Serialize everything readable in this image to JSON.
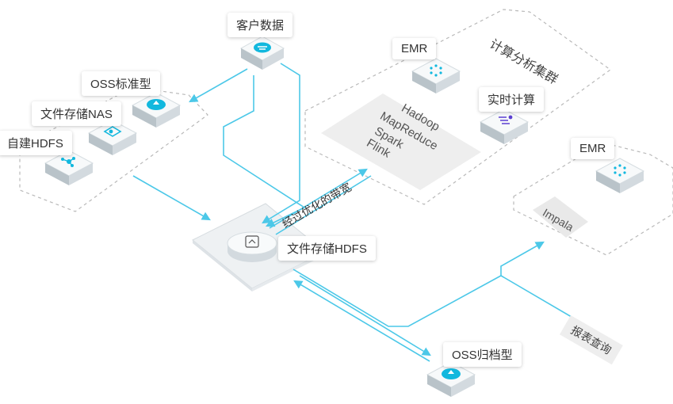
{
  "colors": {
    "accent": "#1fc0e3",
    "icon_fill": "#12b8de",
    "arrow": "#4cc8e8",
    "dashed": "#b9b9b9",
    "panel": "#eeeeee",
    "purple": "#5b3fd1"
  },
  "nodes": {
    "customer_data": {
      "label": "客户数据",
      "icon": "customer-data-icon"
    },
    "oss_standard": {
      "label": "OSS标准型",
      "icon": "oss-standard-icon"
    },
    "file_nas": {
      "label": "文件存储NAS",
      "icon": "nas-icon"
    },
    "self_hdfs": {
      "label": "自建HDFS",
      "icon": "hdfs-icon"
    },
    "emr_top": {
      "label": "EMR",
      "icon": "emr-icon"
    },
    "realtime": {
      "label": "实时计算",
      "icon": "realtime-compute-icon"
    },
    "emr_right": {
      "label": "EMR",
      "icon": "emr-icon"
    },
    "file_hdfs": {
      "label": "文件存储HDFS",
      "icon": "file-hdfs-icon"
    },
    "oss_archive": {
      "label": "OSS归档型",
      "icon": "oss-archive-icon"
    }
  },
  "compute_cluster": {
    "title": "计算分析集群",
    "frameworks": [
      "Hadoop",
      "MapReduce",
      "Spark",
      "Flink"
    ]
  },
  "impala_group": {
    "framework": "Impala"
  },
  "link_labels": {
    "bandwidth": "经过优化的带宽",
    "report_query": "报表查询"
  }
}
